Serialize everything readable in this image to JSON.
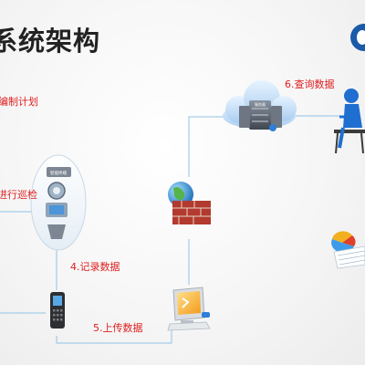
{
  "title": "系统架构",
  "colors": {
    "accent": "#e02020",
    "line": "#8fc3e6",
    "title": "#222222"
  },
  "diagram": {
    "labels": {
      "plan": "编制计划",
      "inspect": "进行巡检",
      "record": "4.记录数据",
      "upload": "5.上传数据",
      "query": "6.查询数据"
    },
    "nodes": {
      "server_cloud": {
        "tag": "服务器",
        "icon": "server-cloud-icon"
      },
      "user": {
        "icon": "person-at-desk-icon"
      },
      "firewall": {
        "icon": "globe-firewall-icon"
      },
      "device": {
        "tag": "智能终端",
        "icon": "field-device-icon"
      },
      "handheld": {
        "icon": "handheld-terminal-icon"
      },
      "pc": {
        "icon": "desktop-computer-icon"
      },
      "charts": {
        "icon": "chart-report-icon"
      }
    }
  }
}
